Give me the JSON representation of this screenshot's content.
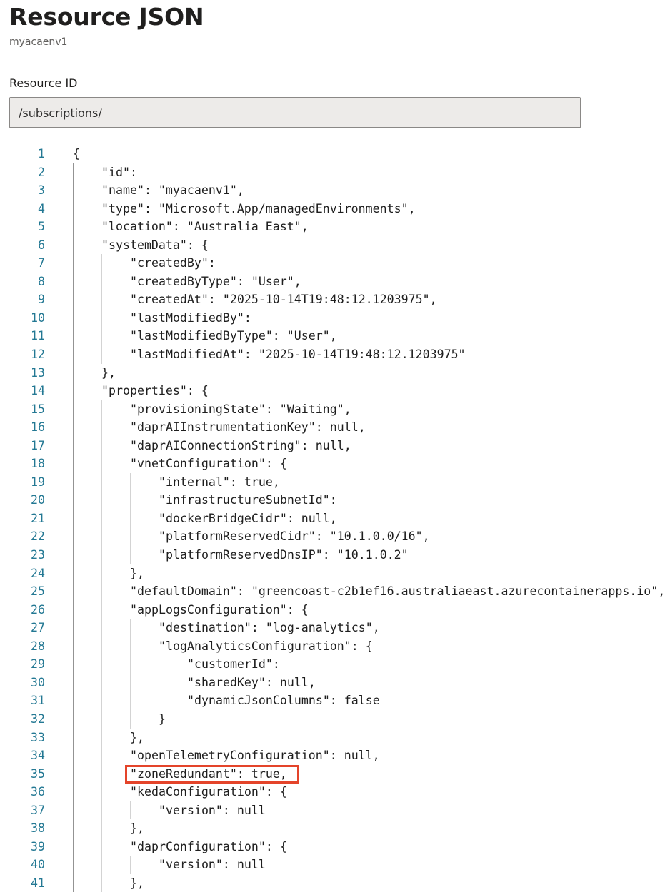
{
  "header": {
    "title": "Resource JSON",
    "subtitle": "myacaenv1"
  },
  "resource_id": {
    "label": "Resource ID",
    "value": "/subscriptions/"
  },
  "editor": {
    "line_numbers": [
      "1",
      "2",
      "3",
      "4",
      "5",
      "6",
      "7",
      "8",
      "9",
      "10",
      "11",
      "12",
      "13",
      "14",
      "15",
      "16",
      "17",
      "18",
      "19",
      "20",
      "21",
      "22",
      "23",
      "24",
      "25",
      "26",
      "27",
      "28",
      "29",
      "30",
      "31",
      "32",
      "33",
      "34",
      "35",
      "36",
      "37",
      "38",
      "39",
      "40",
      "41"
    ],
    "lines": [
      {
        "depth": 0,
        "text": "{"
      },
      {
        "depth": 1,
        "text": "\"id\":"
      },
      {
        "depth": 1,
        "text": "\"name\": \"myacaenv1\","
      },
      {
        "depth": 1,
        "text": "\"type\": \"Microsoft.App/managedEnvironments\","
      },
      {
        "depth": 1,
        "text": "\"location\": \"Australia East\","
      },
      {
        "depth": 1,
        "text": "\"systemData\": {"
      },
      {
        "depth": 2,
        "text": "\"createdBy\":"
      },
      {
        "depth": 2,
        "text": "\"createdByType\": \"User\","
      },
      {
        "depth": 2,
        "text": "\"createdAt\": \"2025-10-14T19:48:12.1203975\","
      },
      {
        "depth": 2,
        "text": "\"lastModifiedBy\":"
      },
      {
        "depth": 2,
        "text": "\"lastModifiedByType\": \"User\","
      },
      {
        "depth": 2,
        "text": "\"lastModifiedAt\": \"2025-10-14T19:48:12.1203975\""
      },
      {
        "depth": 1,
        "text": "},"
      },
      {
        "depth": 1,
        "text": "\"properties\": {"
      },
      {
        "depth": 2,
        "text": "\"provisioningState\": \"Waiting\","
      },
      {
        "depth": 2,
        "text": "\"daprAIInstrumentationKey\": null,"
      },
      {
        "depth": 2,
        "text": "\"daprAIConnectionString\": null,"
      },
      {
        "depth": 2,
        "text": "\"vnetConfiguration\": {"
      },
      {
        "depth": 3,
        "text": "\"internal\": true,"
      },
      {
        "depth": 3,
        "text": "\"infrastructureSubnetId\":"
      },
      {
        "depth": 3,
        "text": "\"dockerBridgeCidr\": null,"
      },
      {
        "depth": 3,
        "text": "\"platformReservedCidr\": \"10.1.0.0/16\","
      },
      {
        "depth": 3,
        "text": "\"platformReservedDnsIP\": \"10.1.0.2\""
      },
      {
        "depth": 2,
        "text": "},"
      },
      {
        "depth": 2,
        "text": "\"defaultDomain\": \"greencoast-c2b1ef16.australiaeast.azurecontainerapps.io\","
      },
      {
        "depth": 2,
        "text": "\"appLogsConfiguration\": {"
      },
      {
        "depth": 3,
        "text": "\"destination\": \"log-analytics\","
      },
      {
        "depth": 3,
        "text": "\"logAnalyticsConfiguration\": {"
      },
      {
        "depth": 4,
        "text": "\"customerId\":"
      },
      {
        "depth": 4,
        "text": "\"sharedKey\": null,"
      },
      {
        "depth": 4,
        "text": "\"dynamicJsonColumns\": false"
      },
      {
        "depth": 3,
        "text": "}"
      },
      {
        "depth": 2,
        "text": "},"
      },
      {
        "depth": 2,
        "text": "\"openTelemetryConfiguration\": null,"
      },
      {
        "depth": 2,
        "text": "\"zoneRedundant\": true,"
      },
      {
        "depth": 2,
        "text": "\"kedaConfiguration\": {"
      },
      {
        "depth": 3,
        "text": "\"version\": null"
      },
      {
        "depth": 2,
        "text": "},"
      },
      {
        "depth": 2,
        "text": "\"daprConfiguration\": {"
      },
      {
        "depth": 3,
        "text": "\"version\": null"
      },
      {
        "depth": 2,
        "text": "},"
      }
    ],
    "highlighted_line": 35,
    "colors": {
      "line_number": "#237893",
      "text": "#1e1e1e",
      "indent_guide": "#d3d3d3",
      "indent_guide_active": "#939393",
      "highlight_box": "#e4442a"
    }
  }
}
